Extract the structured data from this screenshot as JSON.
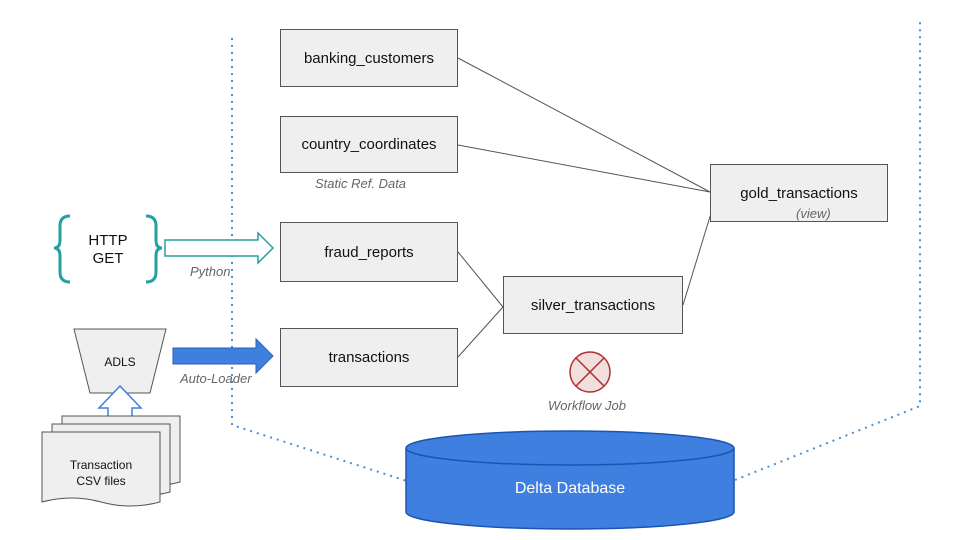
{
  "tables": {
    "banking_customers": "banking_customers",
    "country_coordinates": "country_coordinates",
    "fraud_reports": "fraud_reports",
    "transactions": "transactions",
    "silver_transactions": "silver_transactions",
    "gold_transactions": "gold_transactions"
  },
  "labels": {
    "static_ref": "Static Ref. Data",
    "view": "(view)",
    "python": "Python",
    "autoloader": "Auto-Loader",
    "workflow": "Workflow Job"
  },
  "sources": {
    "http_line1": "HTTP",
    "http_line2": "GET",
    "adls": "ADLS",
    "files_line1": "Transaction",
    "files_line2": "CSV files"
  },
  "database": {
    "name": "Delta Database"
  },
  "colors": {
    "accent_blue": "#3f7fe0",
    "teal": "#26a0a0",
    "dotted": "#4a90d9",
    "workflow_red": "#b03030"
  }
}
